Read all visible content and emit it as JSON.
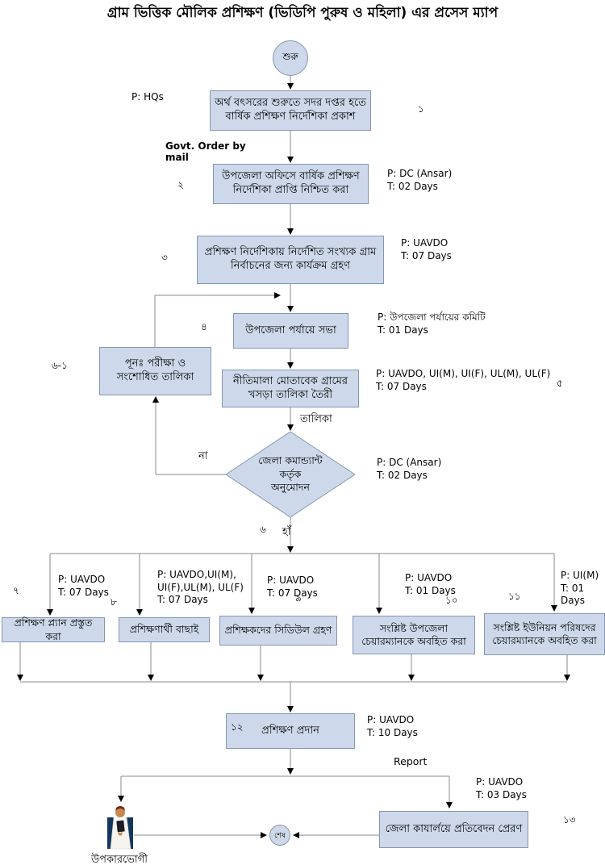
{
  "title": "গ্রাম ভিত্তিক মৌলিক প্রশিক্ষণ (ভিডিপি পুরুষ ও মহিলা) এর প্রসেস ম্যাপ",
  "terminators": {
    "start": "শুরু",
    "end": "শেষ"
  },
  "nodes": {
    "publish": {
      "num": "১",
      "text": "অর্থ বৎসরের শুরুতে সদর দপ্তর হতে বার্ষিক প্রশিক্ষণ নির্দেশিকা প্রকাশ",
      "meta": "P: HQs"
    },
    "confirm": {
      "num": "২",
      "text": "উপজেলা অফিসে বার্ষিক প্রশিক্ষণ নির্দেশিকা প্রাপ্তি নিশ্চিত করা",
      "meta": "P: DC (Ansar)\nT: 02 Days"
    },
    "select": {
      "num": "৩",
      "text": "প্রশিক্ষণ নির্দেশিকায় নির্দেশিত সংখ্যক গ্রাম নির্বাচনের জন্য কার্যক্রম গ্রহণ",
      "meta": "P: UAVDO\nT: 07 Days"
    },
    "meeting": {
      "num": "৪",
      "text": "উপজেলা পর্যায়ে  সভা",
      "meta": "P: উপজেলা পর্যায়ের কমিটি\nT: 01 Days"
    },
    "draft": {
      "num": "৫",
      "text": "নীতিমালা মোতাবেক গ্রামের খসড়া তালিকা তৈরী",
      "meta": "P: UAVDO, UI(M), UI(F), UL(M), UL(F)\nT: 07 Days"
    },
    "revise": {
      "num": "৬-১",
      "text": "পূনঃ পরীক্ষা ও সংশোধিত তালিকা"
    },
    "approve": {
      "num": "৬",
      "text": "জেলা কমান্ড্যান্ট\nকর্তৃক\nঅনুমোদন",
      "meta": "P: DC (Ansar)\nT: 02 Days"
    },
    "plan": {
      "num": "৭",
      "text": "প্রশিক্ষণ প্ল্যান প্রস্তুত করা",
      "meta": "P: UAVDO\nT: 07 Days"
    },
    "trainees": {
      "num": "৮",
      "text": "প্রশিক্ষণার্থী বাছাই",
      "meta": "P:   UAVDO,UI(M),\nUI(F),UL(M), UL(F)\nT: 07 Days"
    },
    "schedule": {
      "num": "৯",
      "text": "প্রশিক্ষকদের সিডিউল গ্রহণ",
      "meta": "P: UAVDO\nT: 07 Days"
    },
    "upazila_chair": {
      "num": "১০",
      "text": "সংশ্লিষ্ট উপজেলা চেয়ারম্যানকে অবহিত করা",
      "meta": "P: UAVDO\nT: 01 Days"
    },
    "union_chair": {
      "num": "১১",
      "text": "সংশ্লিষ্ট ইউনিয়ন পরিষদের চেয়ারম্যানকে অবহিত করা",
      "meta": "P: UI(M)\nT: 01 Days"
    },
    "training": {
      "num": "১২",
      "text": "প্রশিক্ষণ প্রদান",
      "meta": "P: UAVDO\nT: 10 Days"
    },
    "report_send": {
      "num": "১৩",
      "text": "জেলা কাযার্লয়ে প্রতিবেদন প্রেরণ",
      "meta": "P: UAVDO\nT: 03 Days"
    }
  },
  "edge_labels": {
    "govt_order": "Govt. Order by mail",
    "list": "তালিকা",
    "no": "না",
    "yes": "হাঁ",
    "report": "Report",
    "beneficiary": "উপকারভোগী"
  },
  "colors": {
    "shape_fill": "#cdd9ea",
    "shape_border": "#8496b0",
    "connector": "#888888",
    "arrowhead": "#000000"
  }
}
